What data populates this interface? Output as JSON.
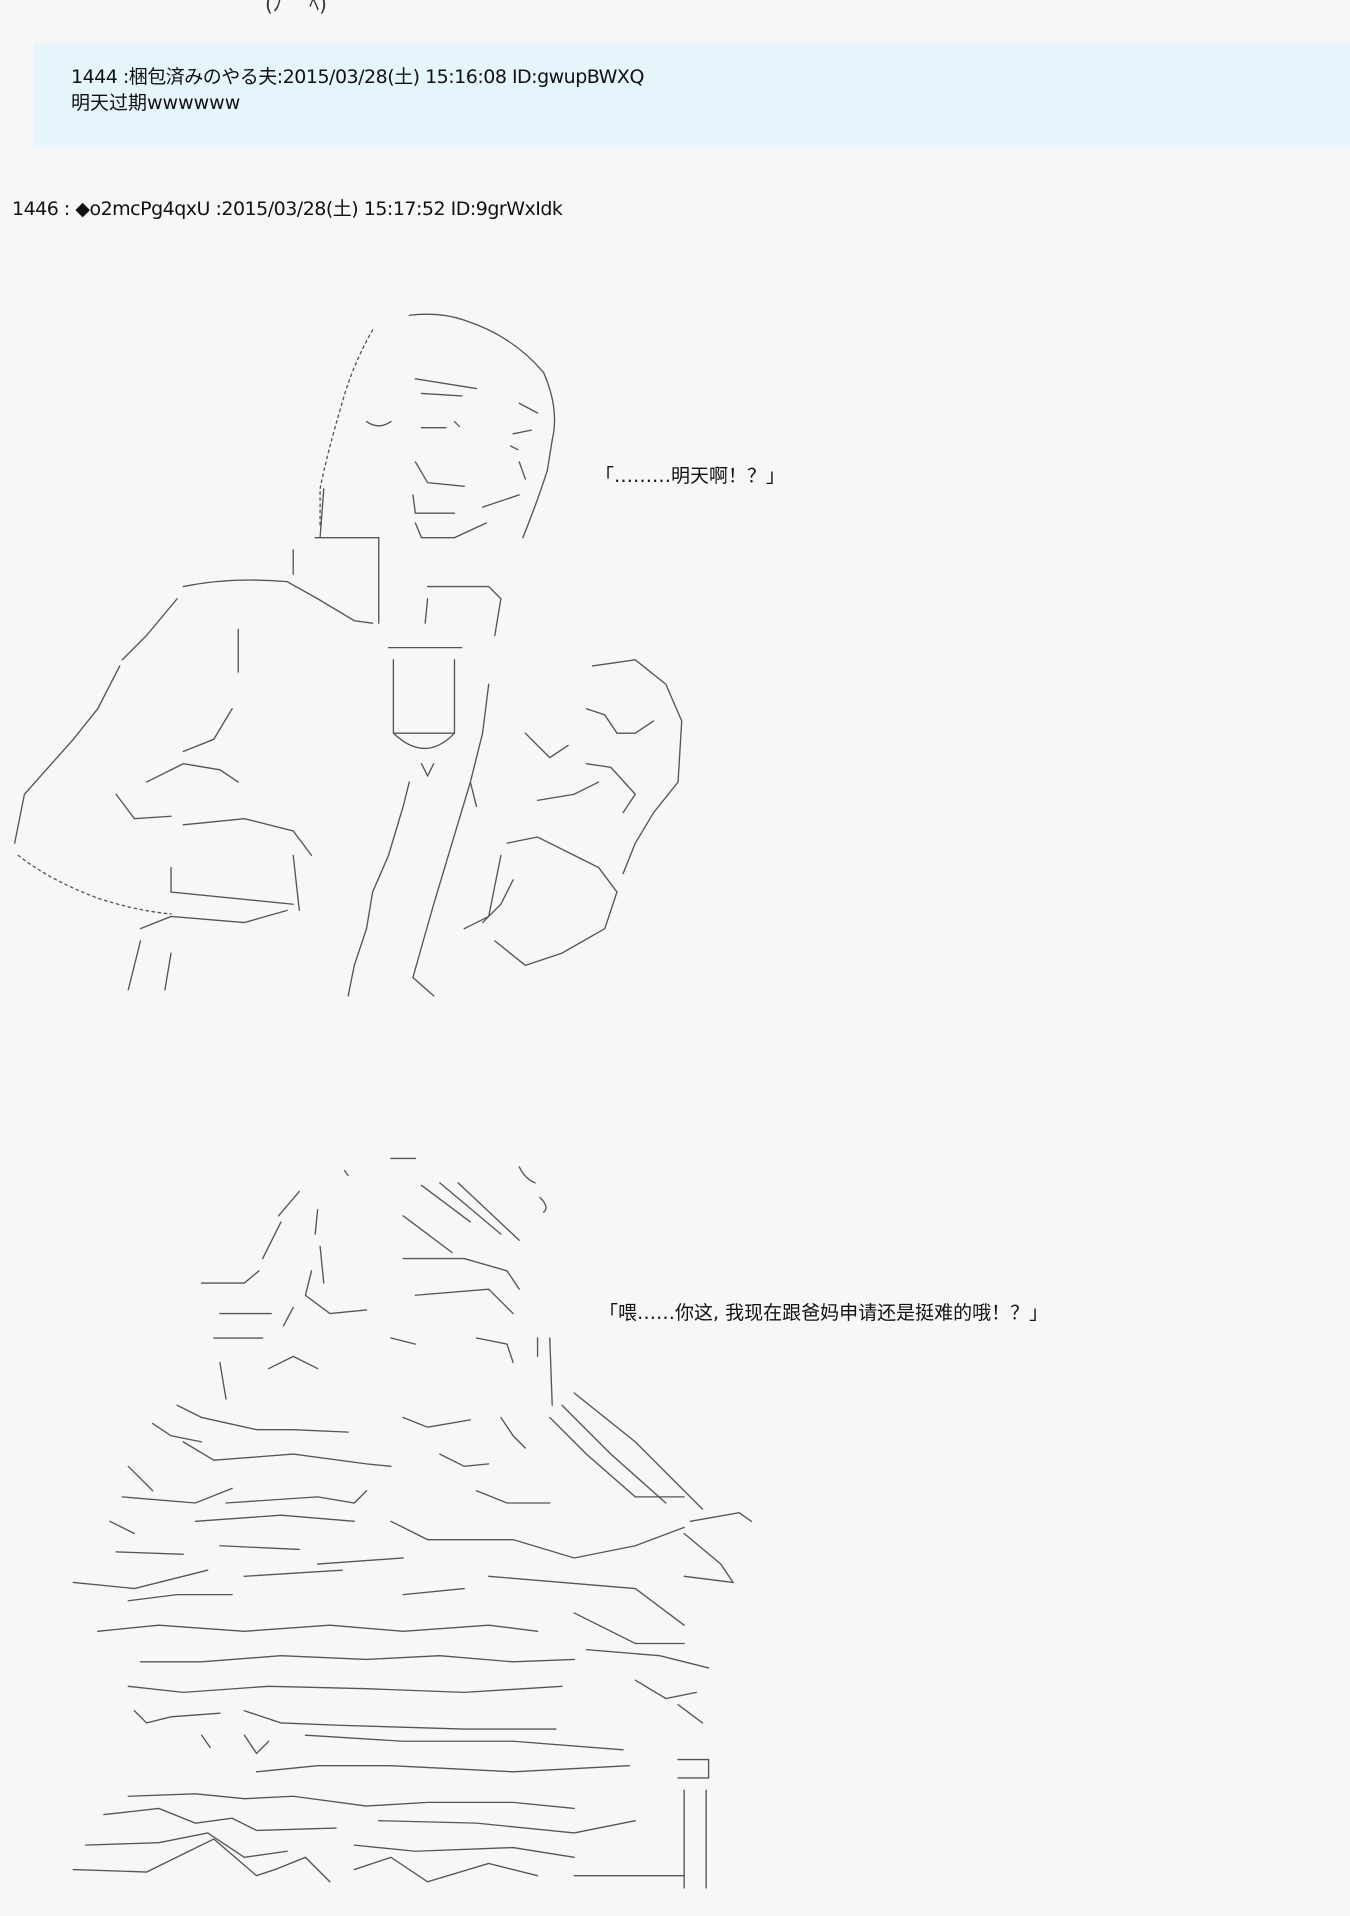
{
  "previous_fragment": "(ﾉ　 ﾍ)",
  "post_1444": {
    "header": "1444 :梱包済みのやる夫:2015/03/28(土) 15:16:08 ID:gwupBWXQ",
    "body": "明天过期wwwwww",
    "background_color": "#e6f4fb"
  },
  "post_1446": {
    "header": "1446 : ◆o2mcPg4qxU :2015/03/28(土) 15:17:52 ID:9grWxIdk",
    "speech_1": "「………明天啊！？」",
    "speech_2": "「喂……你这, 我现在跟爸妈申请还是挺难的哦！？」"
  }
}
